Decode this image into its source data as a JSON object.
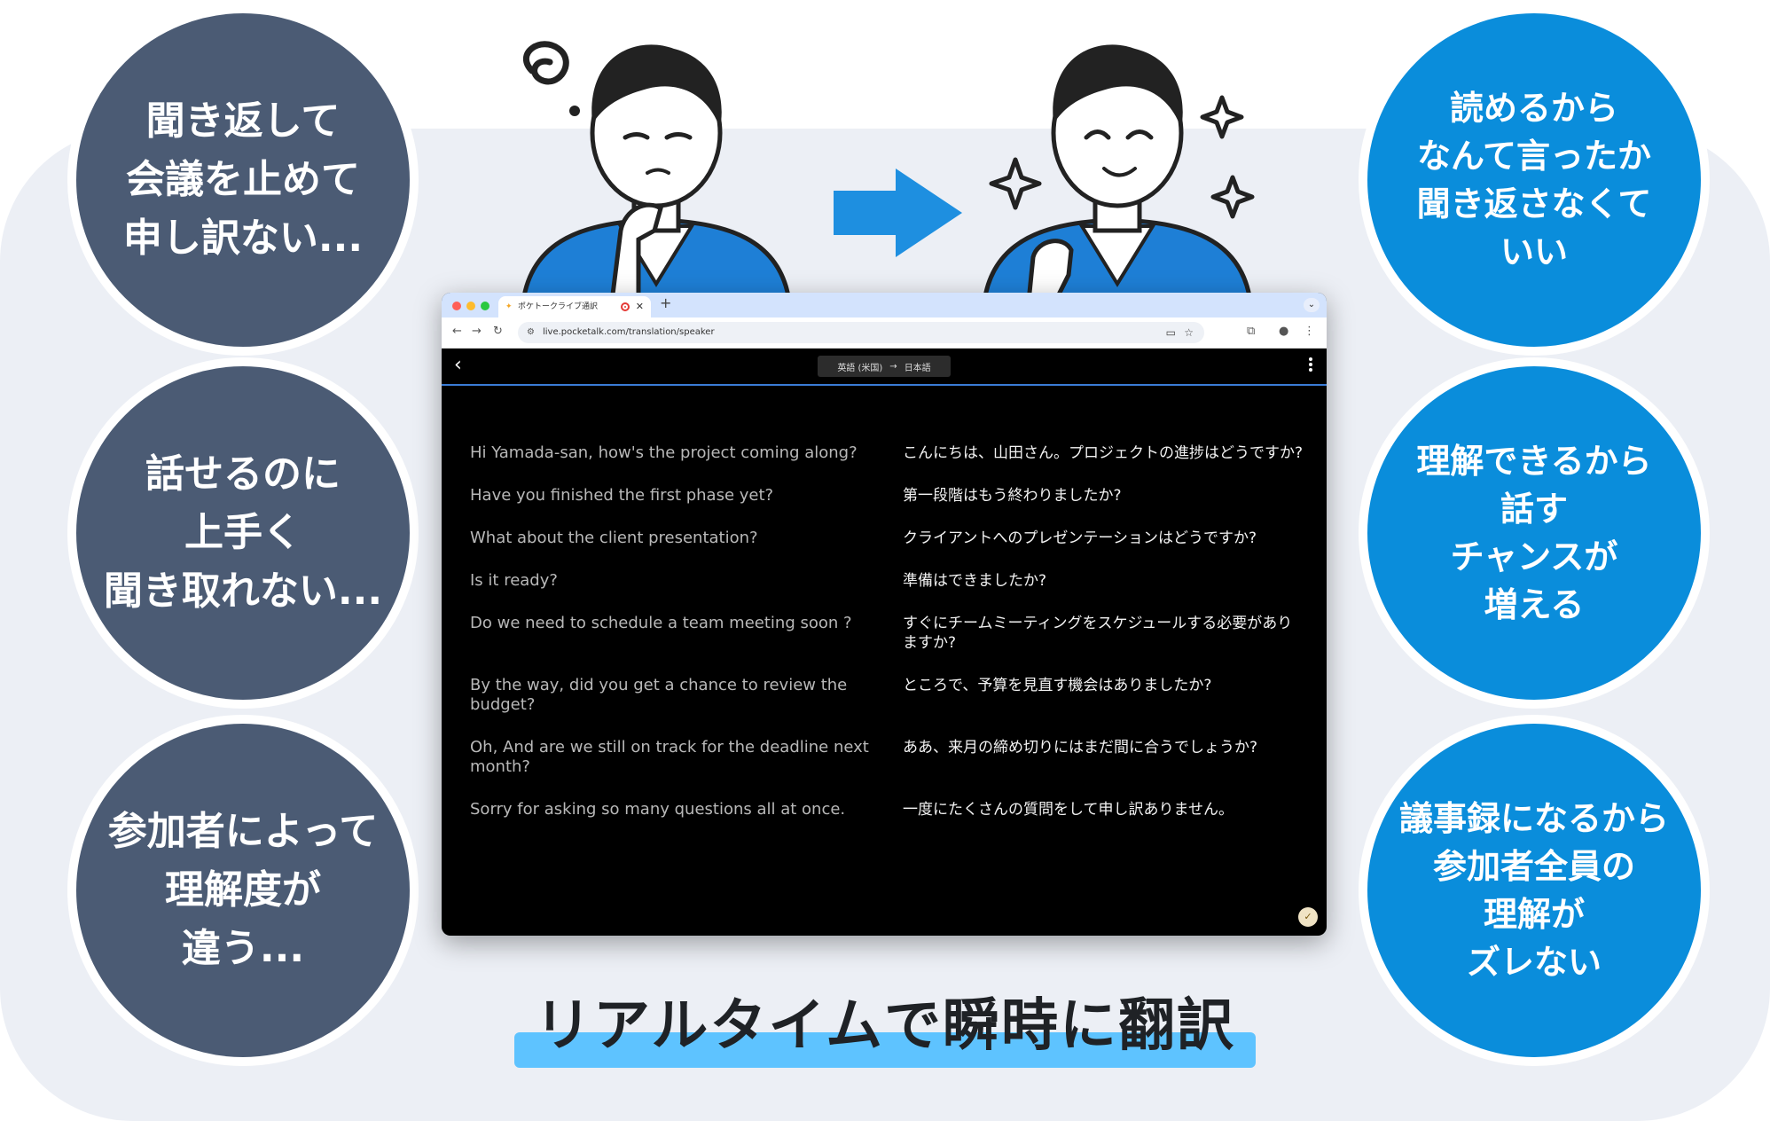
{
  "left_bubbles": [
    {
      "text": "聞き返して\n会議を止めて\n申し訳ない..."
    },
    {
      "text": "話せるのに\n上手く\n聞き取れない..."
    },
    {
      "text": "参加者によって\n理解度が\n違う..."
    }
  ],
  "right_bubbles": [
    {
      "text": "読めるから\nなんて言ったか\n聞き返さなくて\nいい"
    },
    {
      "text": "理解できるから\n話す\nチャンスが\n増える"
    },
    {
      "text": "議事録になるから\n参加者全員の\n理解が\nズレない"
    }
  ],
  "browser": {
    "tab_title": "ポケトークライブ通訳",
    "url": "live.pocketalk.com/translation/speaker",
    "source_language": "英語 (米国)",
    "target_language": "日本語"
  },
  "transcript": [
    {
      "en": "Hi Yamada-san, how's the project coming along?",
      "ja": "こんにちは、山田さん。プロジェクトの進捗はどうですか?"
    },
    {
      "en": "Have you finished the first phase yet?",
      "ja": "第一段階はもう終わりましたか?"
    },
    {
      "en": "What about the client presentation?",
      "ja": "クライアントへのプレゼンテーションはどうですか?"
    },
    {
      "en": "Is it ready?",
      "ja": "準備はできましたか?"
    },
    {
      "en": "Do we need to schedule a team meeting soon ?",
      "ja": "すぐにチームミーティングをスケジュールする必要がありますか?"
    },
    {
      "en": "By the way, did you get a chance to review the budget?",
      "ja": "ところで、予算を見直す機会はありましたか?"
    },
    {
      "en": "Oh, And are we still on track for the deadline next month?",
      "ja": "ああ、来月の締め切りにはまだ間に合うでしょうか?"
    },
    {
      "en": "Sorry for asking so many questions all at once.",
      "ja": "一度にたくさんの質問をして申し訳ありません。"
    }
  ],
  "headline": "リアルタイムで瞬時に翻訳",
  "colors": {
    "dark_bubble": "#4b5b74",
    "blue_bubble": "#0a8ddb",
    "accent_bar": "#5ec3ff",
    "panel_bg": "#eceff5"
  }
}
